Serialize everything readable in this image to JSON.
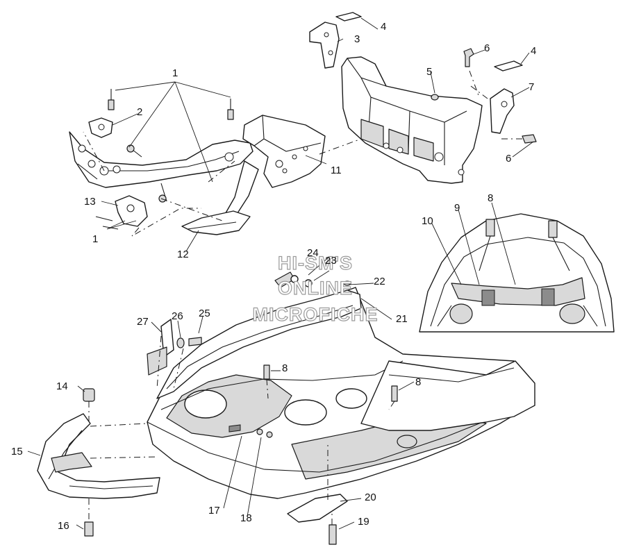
{
  "callouts": {
    "c1a": "1",
    "c1b": "1",
    "c2": "2",
    "c3": "3",
    "c4a": "4",
    "c4b": "4",
    "c5": "5",
    "c6a": "6",
    "c6b": "6",
    "c7": "7",
    "c8a": "8",
    "c8b": "8",
    "c8c": "8",
    "c9": "9",
    "c10": "10",
    "c11": "11",
    "c12": "12",
    "c13": "13",
    "c14": "14",
    "c15": "15",
    "c16": "16",
    "c17": "17",
    "c18": "18",
    "c19": "19",
    "c20": "20",
    "c21": "21",
    "c22": "22",
    "c23": "23",
    "c24": "24",
    "c25": "25",
    "c26": "26",
    "c27": "27"
  },
  "watermark": {
    "line1": "HI-SM'S",
    "line2": "ONLINE",
    "line3": "MICROFICHE"
  }
}
